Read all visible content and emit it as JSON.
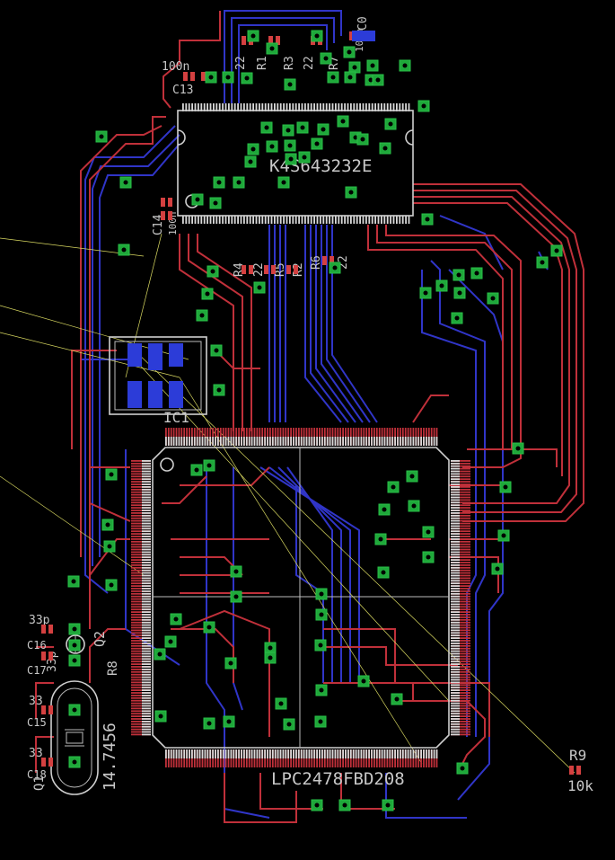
{
  "colors": {
    "background": "#000000",
    "top_copper": "#c0303a",
    "bottom_copper": "#3035c8",
    "via": "#1fa83a",
    "silkscreen": "#c8c8c8",
    "airwire": "#d8d860"
  },
  "labels": {
    "sdram_name": "K4S643232E",
    "mcu_name": "LPC2478FBD208",
    "crystal_value": "14.7456",
    "r9_name": "R9",
    "r9_value": "10k",
    "c13_name": "C13",
    "c13_value": "100n",
    "c14_name": "C14",
    "c14_value": "100n",
    "c_top": "C0",
    "c_top_value": "100n",
    "r1": "R1",
    "r2": "R2",
    "r3": "R3",
    "r4": "R4",
    "r5": "R5",
    "r6": "R6",
    "r7": "R7",
    "r8": "R8",
    "r22a": "22",
    "r22b": "22",
    "r22c": "22",
    "r22d": "22",
    "c15": "C15",
    "c16": "C16",
    "c17": "C17",
    "c18": "C18",
    "c33a": "33p",
    "c33b": "33p",
    "c33c": "33",
    "c33d": "33",
    "q1": "Q1",
    "q2": "Q2",
    "ic1": "IC1"
  }
}
